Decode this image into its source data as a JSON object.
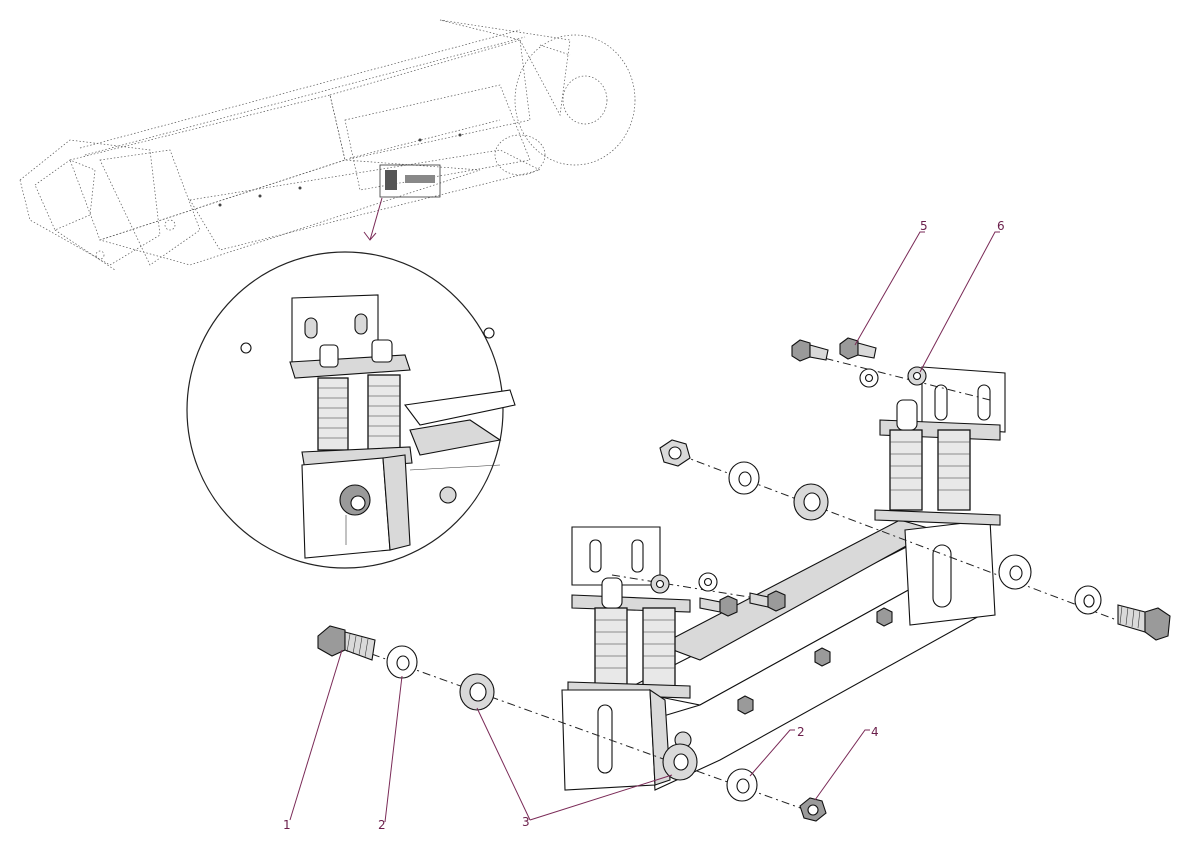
{
  "callouts": [
    {
      "id": "c1",
      "label": "1"
    },
    {
      "id": "c2a",
      "label": "2"
    },
    {
      "id": "c2b",
      "label": "2"
    },
    {
      "id": "c3",
      "label": "3"
    },
    {
      "id": "c4",
      "label": "4"
    },
    {
      "id": "c5",
      "label": "5"
    },
    {
      "id": "c6",
      "label": "6"
    }
  ],
  "colors": {
    "callout": "#6a1e4a",
    "leader": "#7a2a57",
    "line": "#111111",
    "metal_light": "#d9d9d9",
    "metal_dark": "#9a9a9a"
  },
  "icons": [
    "conveyor-assembly",
    "detail-circle",
    "tensioner-bracket",
    "bolt",
    "washer",
    "nut",
    "spring"
  ]
}
